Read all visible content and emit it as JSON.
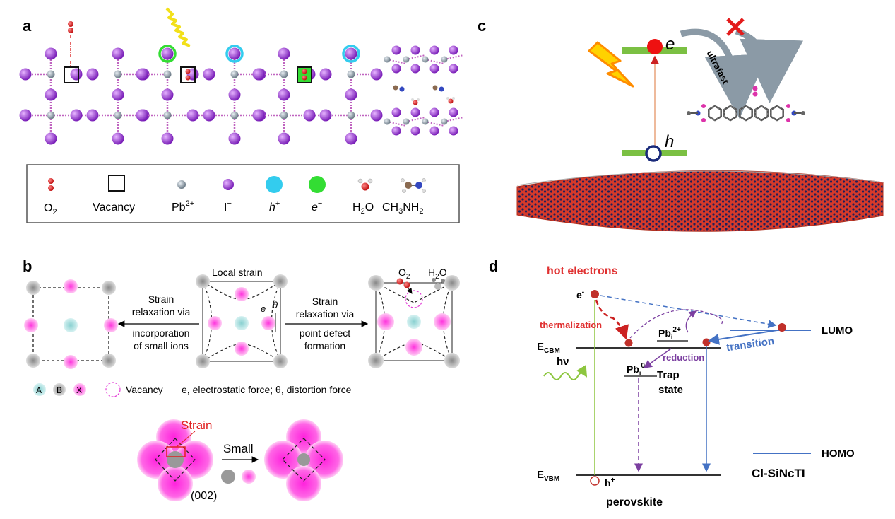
{
  "panels": {
    "a": {
      "letter": "a",
      "legend": {
        "o2": "O2",
        "vacancy": "Vacancy",
        "pb": "Pb2+",
        "iodide": "I−",
        "hole": "h+",
        "electron": "e−",
        "water": "H2O",
        "methylamine": "CH3NH2"
      }
    },
    "b": {
      "letter": "b",
      "local_strain": "Local strain",
      "left_arrow_text": [
        "Strain",
        "relaxation via",
        "incorporation",
        "of small ions"
      ],
      "right_arrow_text": [
        "Strain",
        "relaxation via",
        "point defect",
        "formation"
      ],
      "e_symbol": "e",
      "theta_symbol": "θ",
      "o2_label": "O2",
      "h2o_label": "H2O",
      "legend": {
        "a": "A",
        "b": "B",
        "x": "X",
        "vacancy": "Vacancy",
        "forces": "e, electrostatic force; θ, distortion force"
      },
      "strain_label": "Strain",
      "small_label": "Small",
      "plane_label": "(002)"
    },
    "c": {
      "letter": "c",
      "e_label": "e",
      "h_label": "h",
      "ultrafast": "ultrafast"
    },
    "d": {
      "letter": "d",
      "hot_electrons": "hot electrons",
      "e_minus": "e-",
      "thermalization": "thermalization",
      "pbi2": "Pbi2+",
      "ecbm": "ECBM",
      "transition": "transition",
      "lumo": "LUMO",
      "reduction": "reduction",
      "hv": "hν",
      "pbi0": "Pbi0",
      "trap_state": [
        "Trap",
        "state"
      ],
      "homo": "HOMO",
      "evbm": "EVBM",
      "h_plus": "h+",
      "cl_sinct": "Cl-SiNcTI",
      "perovskite": "perovskite"
    }
  },
  "colors": {
    "iodide": "#9b30d9",
    "pb": "#8a99a6",
    "hole": "#33ccee",
    "electron": "#33dd33",
    "o2": "#e02020",
    "x_ion": "#ff33dd",
    "a_ion": "#99dddd",
    "b_ion": "#999999",
    "hot_red": "#e03030",
    "transition_blue": "#4472c4",
    "reduction_purple": "#7b3fa0",
    "hv_green": "#8dc63f"
  }
}
